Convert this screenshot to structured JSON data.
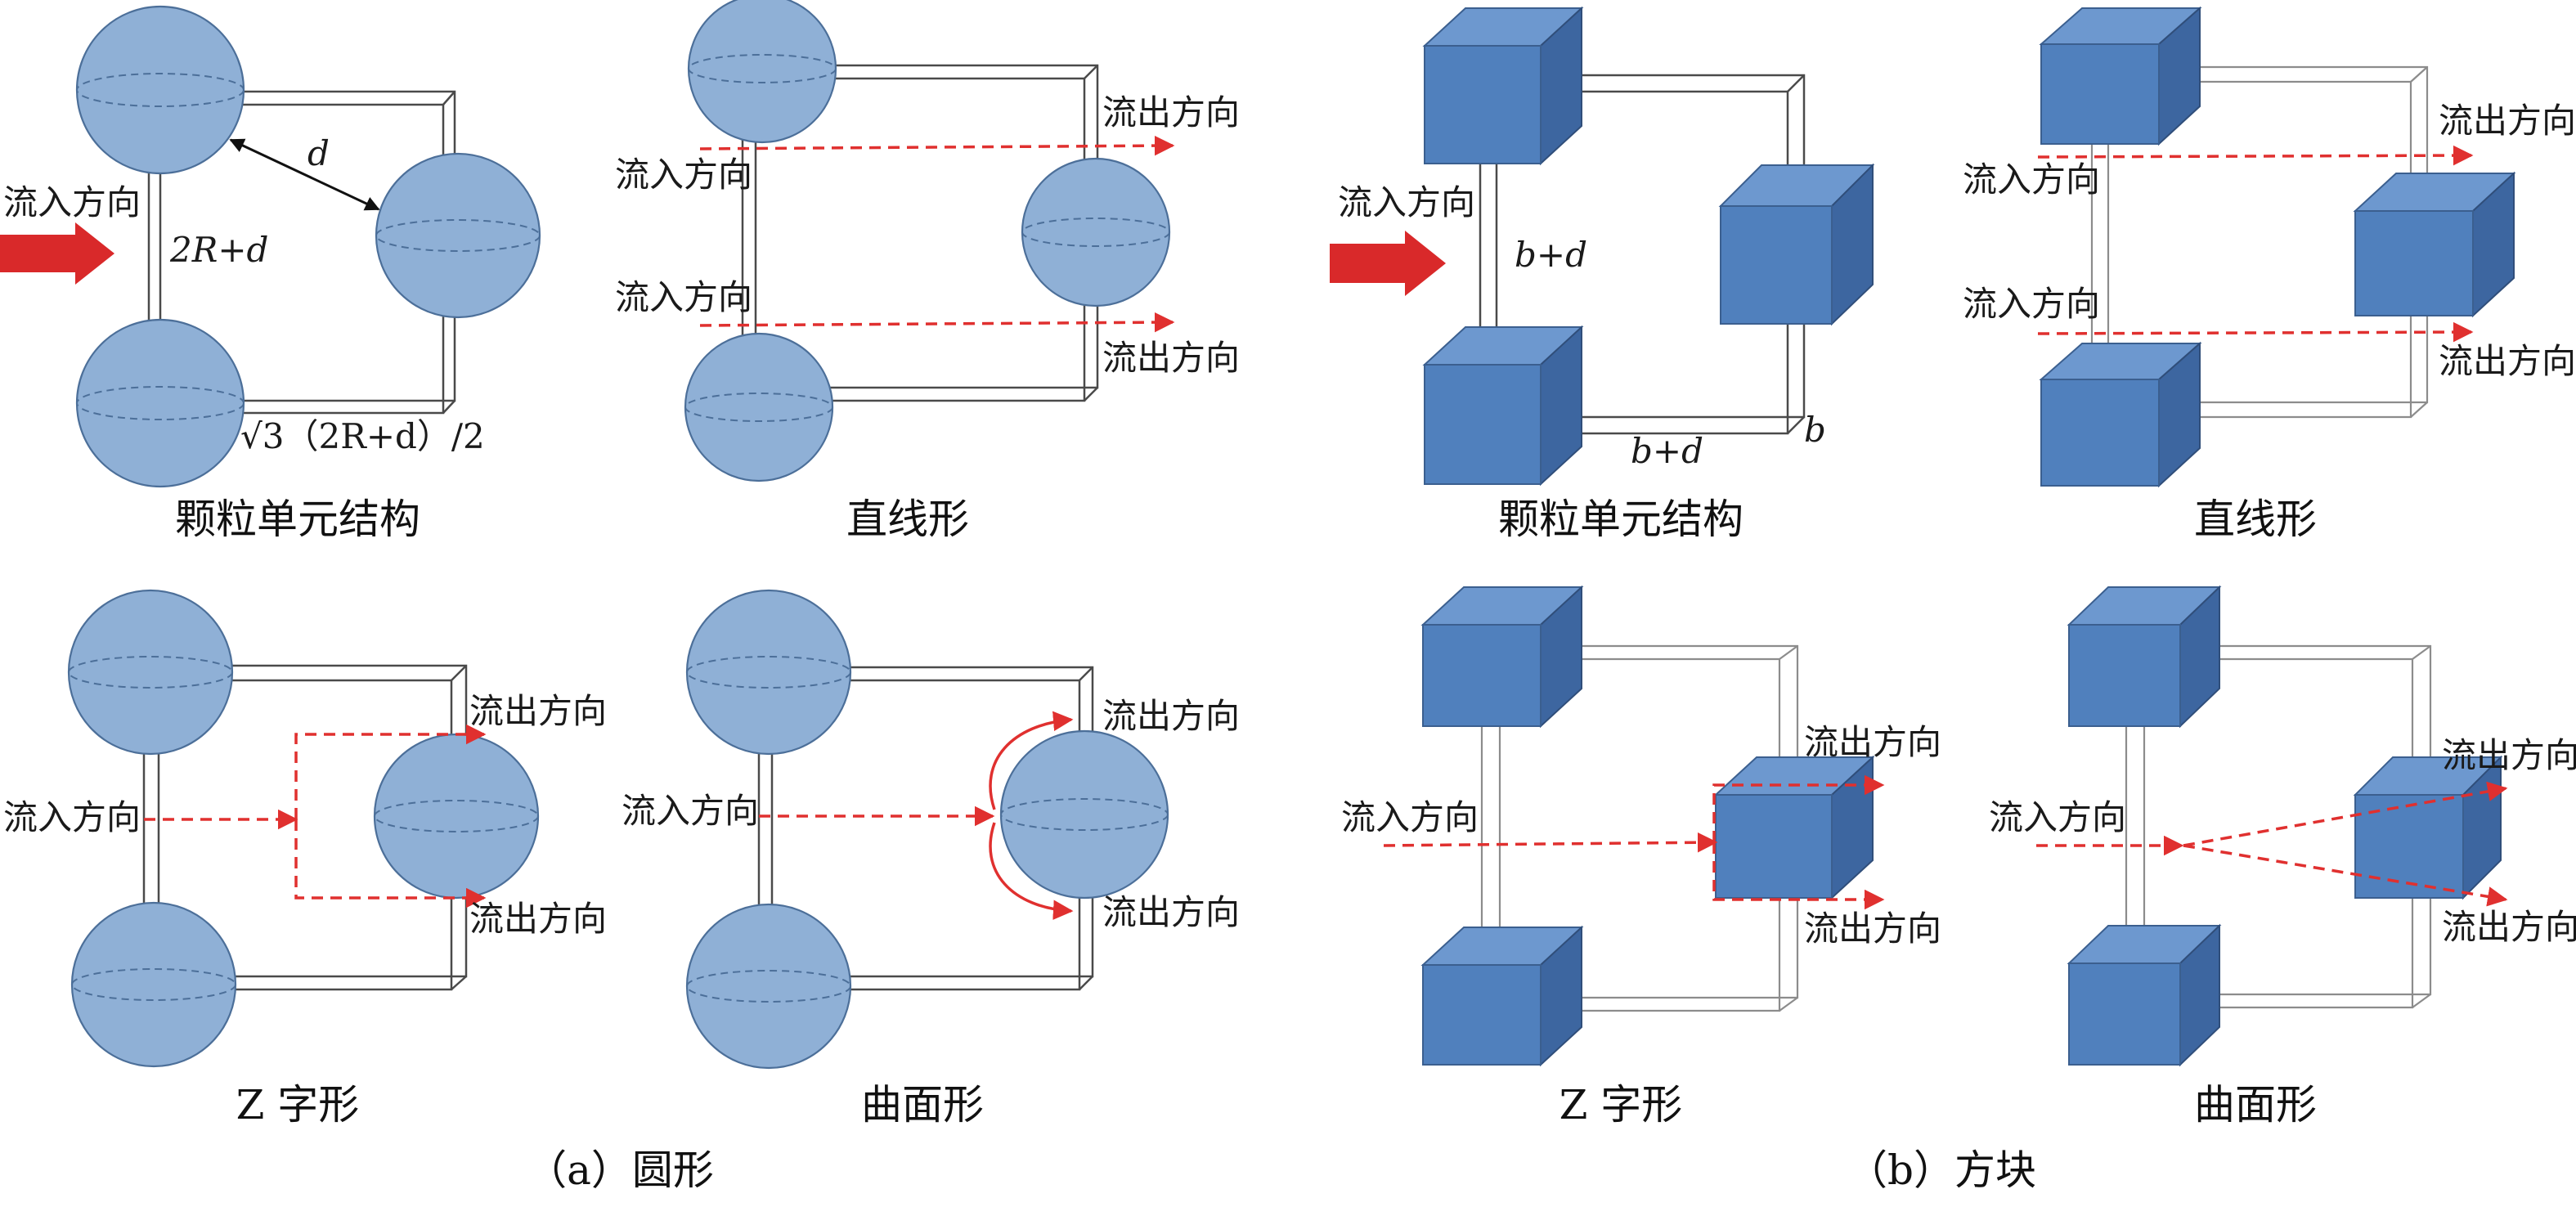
{
  "colors": {
    "sphere_fill": "#8fb0d6",
    "sphere_stroke": "#4c6f99",
    "cube_front": "#5080bd",
    "cube_top": "#6d98cf",
    "cube_side": "#3d66a0",
    "flow_arrow": "#e0302f",
    "inflow_block_arrow": "#d9292a"
  },
  "icons": [
    "inflow-block-arrow",
    "dashed-flow-arrow",
    "double-headed-dimension-arrow"
  ],
  "labels": {
    "inflow": "流入方向",
    "outflow": "流出方向"
  },
  "panel_a": {
    "caption": "（a）圆形",
    "unit_cell": {
      "title": "颗粒单元结构",
      "dim_d": "d",
      "dim_height": "2R+d",
      "dim_diagonal": "√3（2R+d）/2"
    },
    "straight": {
      "title": "直线形"
    },
    "zigzag": {
      "title": "Z 字形"
    },
    "curved": {
      "title": "曲面形"
    }
  },
  "panel_b": {
    "caption": "（b）方块",
    "unit_cell": {
      "title": "颗粒单元结构",
      "dim_height": "b+d",
      "dim_width": "b+d",
      "dim_b": "b"
    },
    "straight": {
      "title": "直线形"
    },
    "zigzag": {
      "title": "Z 字形"
    },
    "curved": {
      "title": "曲面形"
    }
  }
}
